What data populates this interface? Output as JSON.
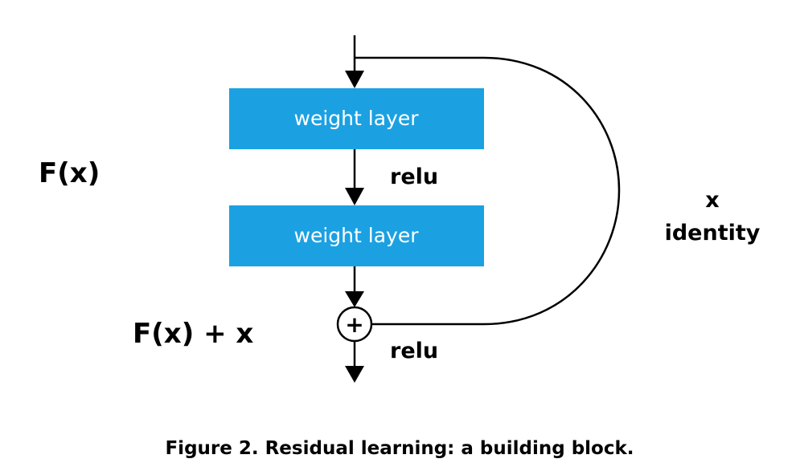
{
  "colors": {
    "layer_fill": "#1ba1e2",
    "line": "#000000",
    "background": "#ffffff"
  },
  "layers": [
    {
      "label": "weight layer"
    },
    {
      "label": "weight layer"
    }
  ],
  "labels": {
    "fx": "F(x)",
    "relu_top": "relu",
    "identity_x": "x",
    "identity": "identity",
    "fx_plus_x": "F(x) + x",
    "relu_bottom": "relu",
    "plus": "+"
  },
  "caption": "Figure 2. Residual learning: a building block."
}
